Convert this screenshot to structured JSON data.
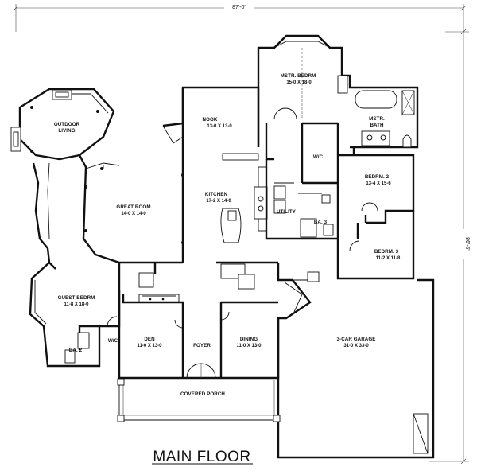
{
  "dimensions": {
    "overall_width": "87'-0\"",
    "overall_depth": "86'-6\""
  },
  "title": "MAIN FLOOR",
  "rooms": {
    "outdoor_living": {
      "name": "OUTDOOR",
      "name2": "LIVING"
    },
    "great_room": {
      "name": "GREAT ROOM",
      "size": "14-0 X 14-0"
    },
    "nook": {
      "name": "NOOK",
      "size": "13-0 X 13-0"
    },
    "kitchen": {
      "name": "KITCHEN",
      "size": "17-2 X 14-0"
    },
    "master_bedroom": {
      "name": "MSTR. BEDRM",
      "size": "15-0 X 18-0"
    },
    "master_bath": {
      "name": "MSTR.",
      "name2": "BATH"
    },
    "master_wic": {
      "name": "W/C"
    },
    "utility": {
      "name": "UTILITY"
    },
    "bath_3": {
      "name": "BA. 3"
    },
    "bedroom_2": {
      "name": "BEDRM. 2",
      "size": "13-4 X 15-6"
    },
    "bedroom_3": {
      "name": "BEDRM. 3",
      "size": "11-2 X 11-8"
    },
    "guest_bedroom": {
      "name": "GUEST BEDRM",
      "size": "11-8 X 18-0"
    },
    "guest_wic": {
      "name": "W/C"
    },
    "bath_2": {
      "name": "BA. 2"
    },
    "den": {
      "name": "DEN",
      "size": "11-0 X 13-0"
    },
    "foyer": {
      "name": "FOYER"
    },
    "dining": {
      "name": "DINING",
      "size": "11-0 X 13-0"
    },
    "garage": {
      "name": "3-CAR GARAGE",
      "size": "31-0 X 33-0"
    },
    "covered_porch": {
      "name": "COVERED PORCH"
    }
  }
}
